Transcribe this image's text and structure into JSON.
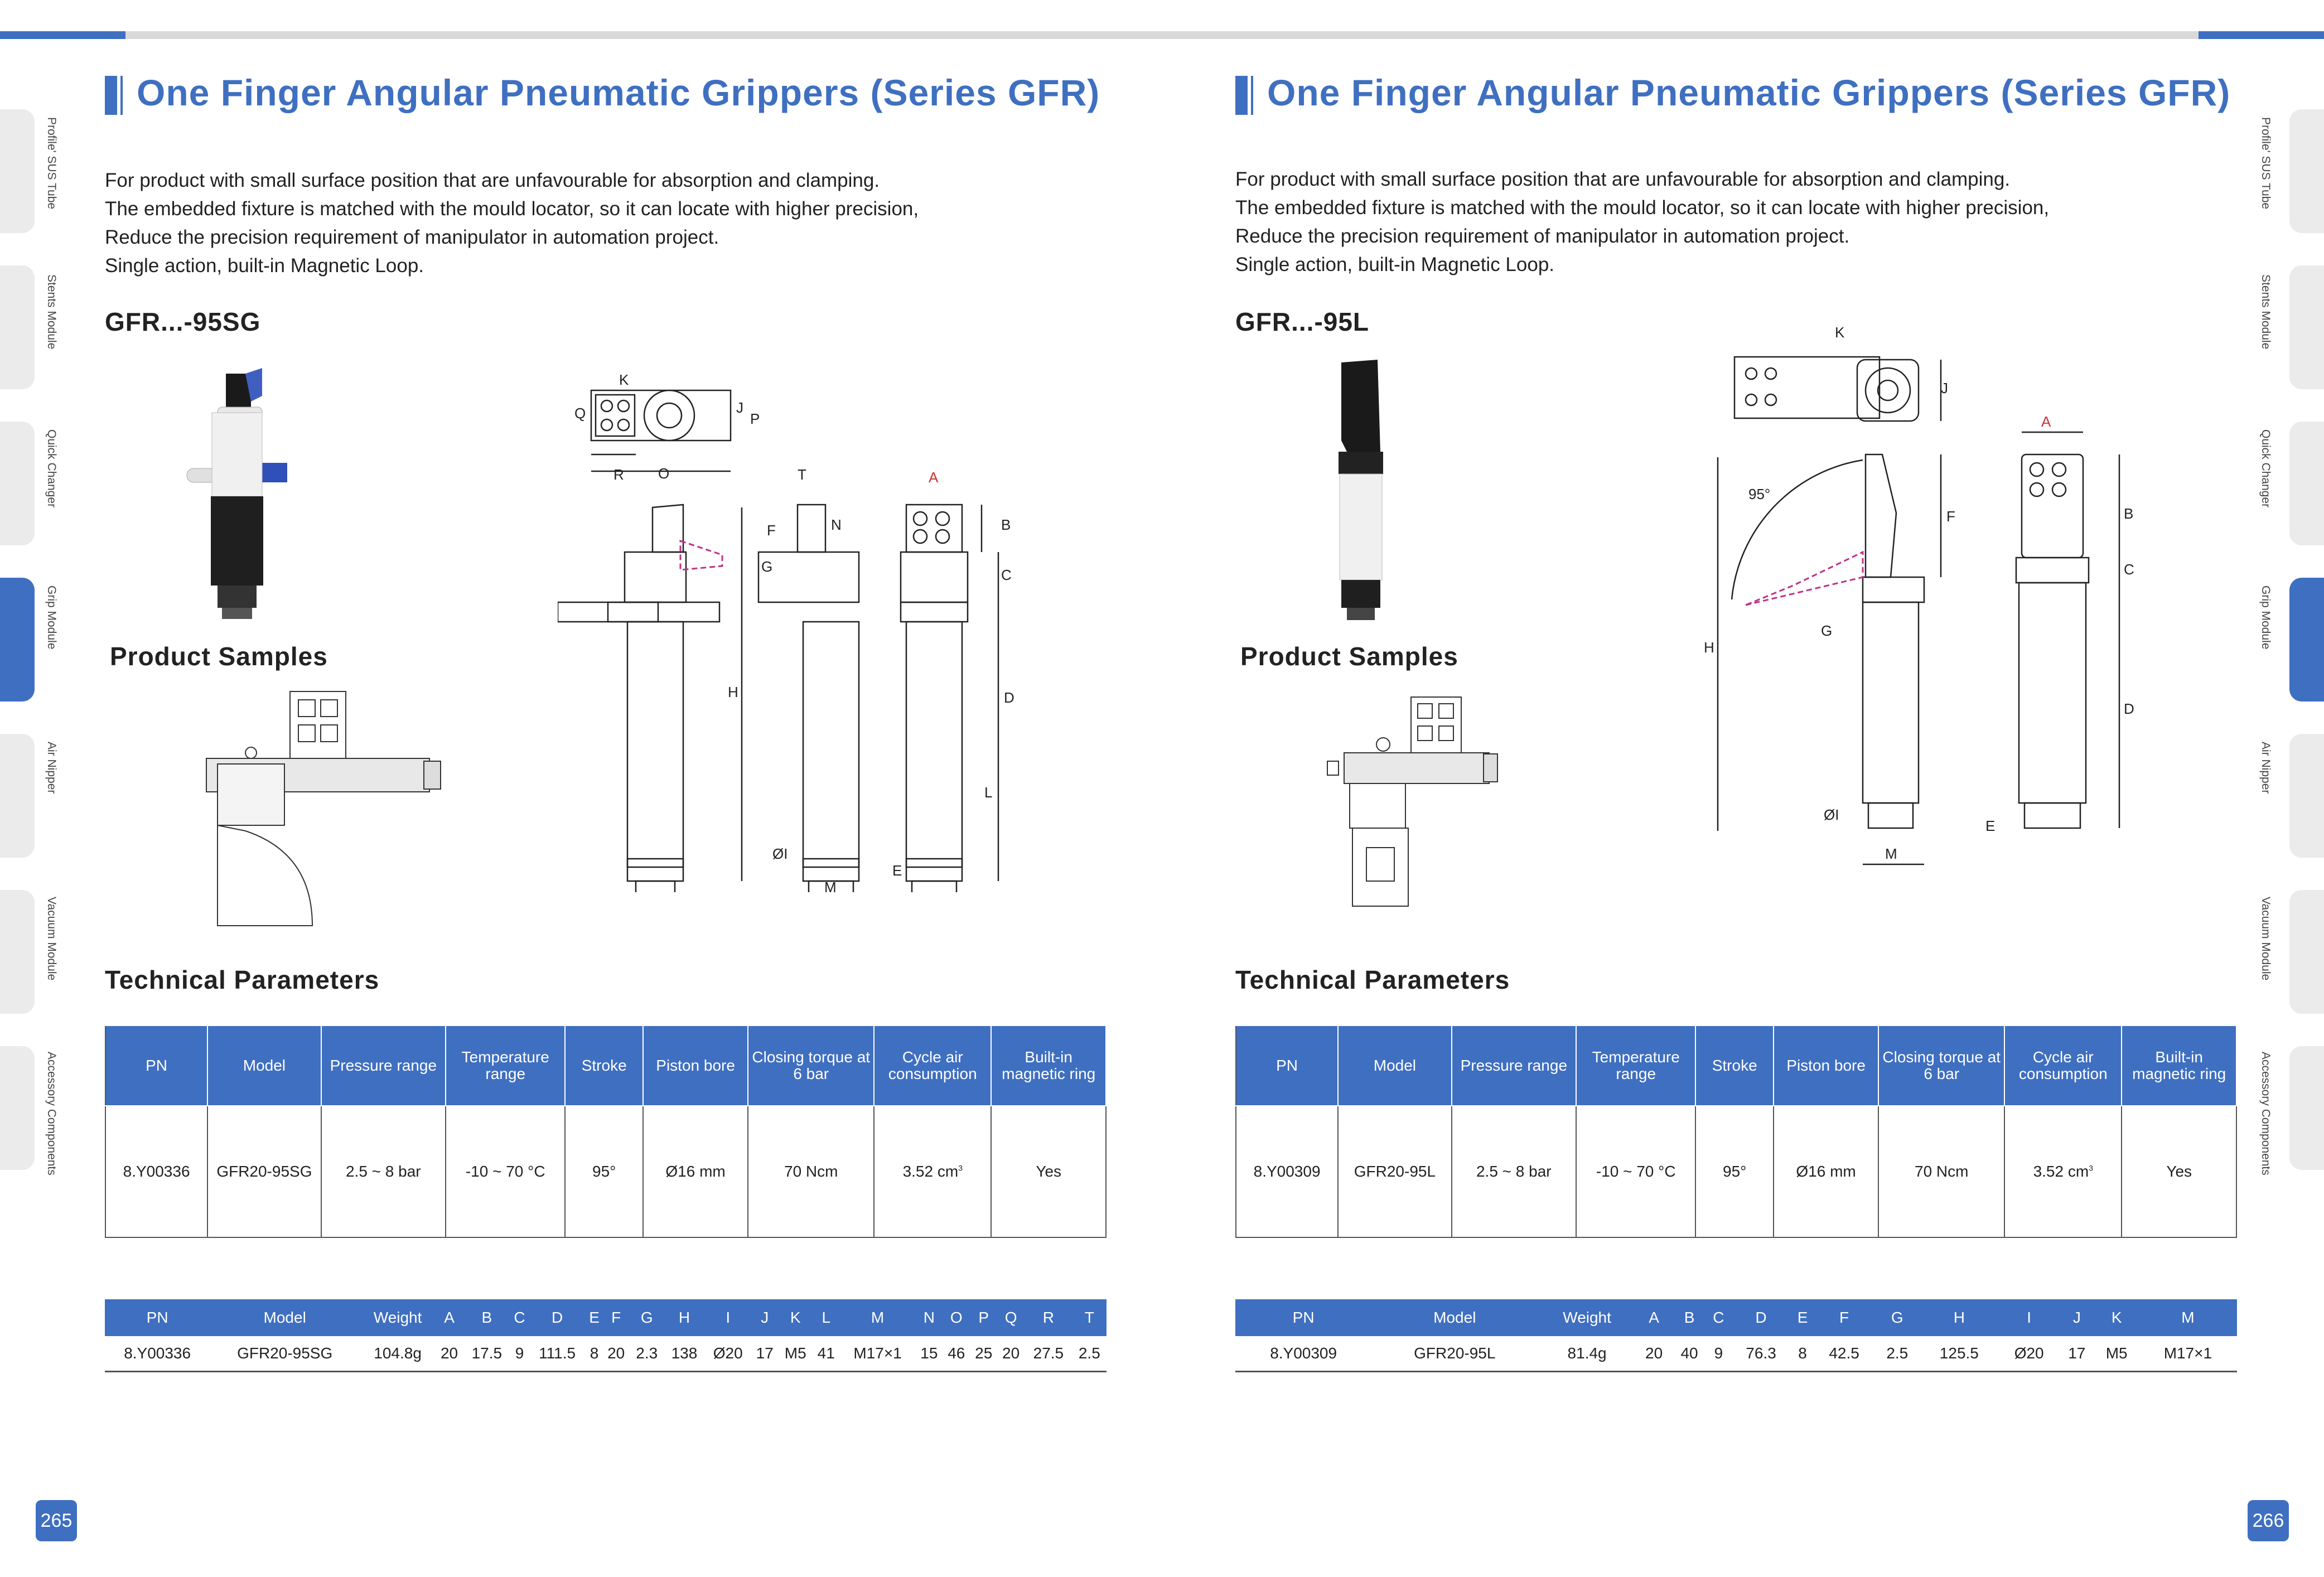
{
  "left": {
    "title": "One Finger Angular Pneumatic Grippers  (Series GFR)",
    "intro": [
      "For product with small surface position that are unfavourable for absorption and clamping.",
      "The embedded fixture is matched with the mould locator, so it can locate with higher precision,",
      "Reduce the precision requirement of manipulator in automation project.",
      "Single action, built-in Magnetic Loop."
    ],
    "model_heading": "GFR...-95SG",
    "samples_heading": "Product Samples",
    "tech_heading": "Technical Parameters",
    "params_row": [
      "8.Y00336",
      "GFR20-95SG",
      "2.5 ~ 8 bar",
      "-10 ~ 70 °C",
      "95°",
      "Ø16 mm",
      "70 Ncm",
      "3.52 cm",
      "Yes"
    ],
    "dims_headers": [
      "PN",
      "Model",
      "Weight",
      "A",
      "B",
      "C",
      "D",
      "E",
      "F",
      "G",
      "H",
      "I",
      "J",
      "K",
      "L",
      "M",
      "N",
      "O",
      "P",
      "Q",
      "R",
      "T"
    ],
    "dims_row": [
      "8.Y00336",
      "GFR20-95SG",
      "104.8g",
      "20",
      "17.5",
      "9",
      "111.5",
      "8",
      "20",
      "2.3",
      "138",
      "Ø20",
      "17",
      "M5",
      "41",
      "M17×1",
      "15",
      "46",
      "25",
      "20",
      "27.5",
      "2.5"
    ],
    "page_number": "265"
  },
  "right": {
    "title": "One Finger Angular Pneumatic Grippers  (Series GFR)",
    "intro": [
      "For product with small surface position that are unfavourable for absorption and clamping.",
      "The embedded fixture is matched with the mould locator, so it can locate with higher precision,",
      "Reduce the precision requirement of manipulator in automation project.",
      "Single action, built-in Magnetic Loop."
    ],
    "model_heading": "GFR...-95L",
    "samples_heading": "Product Samples",
    "tech_heading": "Technical Parameters",
    "params_row": [
      "8.Y00309",
      "GFR20-95L",
      "2.5 ~ 8 bar",
      "-10 ~ 70 °C",
      "95°",
      "Ø16 mm",
      "70 Ncm",
      "3.52 cm",
      "Yes"
    ],
    "dims_headers": [
      "PN",
      "Model",
      "Weight",
      "A",
      "B",
      "C",
      "D",
      "E",
      "F",
      "G",
      "H",
      "I",
      "J",
      "K",
      "M"
    ],
    "dims_row": [
      "8.Y00309",
      "GFR20-95L",
      "81.4g",
      "20",
      "40",
      "9",
      "76.3",
      "8",
      "42.5",
      "2.5",
      "125.5",
      "Ø20",
      "17",
      "M5",
      "M17×1"
    ],
    "page_number": "266"
  },
  "params_headers": [
    "PN",
    "Model",
    "Pressure range",
    "Temperature range",
    "Stroke",
    "Piston bore",
    "Closing torque at 6 bar",
    "Cycle air consumption",
    "Built-in magnetic ring"
  ],
  "params_superscript": "3",
  "side_tabs": [
    "Profile' SUS Tube",
    "Stents Module",
    "Quick Changer",
    "Grip Module",
    "Air Nipper",
    "Vacuum Module",
    "Accessory Components"
  ],
  "active_tab": "Grip Module",
  "drawing_labels": {
    "left": [
      "K",
      "Q",
      "J",
      "P",
      "R",
      "O",
      "T",
      "F",
      "N",
      "G",
      "A",
      "B",
      "C",
      "H",
      "D",
      "L",
      "ØI",
      "M",
      "E"
    ],
    "right": [
      "K",
      "J",
      "A",
      "95°",
      "F",
      "B",
      "C",
      "H",
      "G",
      "D",
      "ØI",
      "E",
      "M"
    ]
  },
  "colors": {
    "accent": "#3f6fc0",
    "tab_inactive": "#ebebeb",
    "highlight": "#c0308a",
    "dim_red": "#d03030"
  }
}
